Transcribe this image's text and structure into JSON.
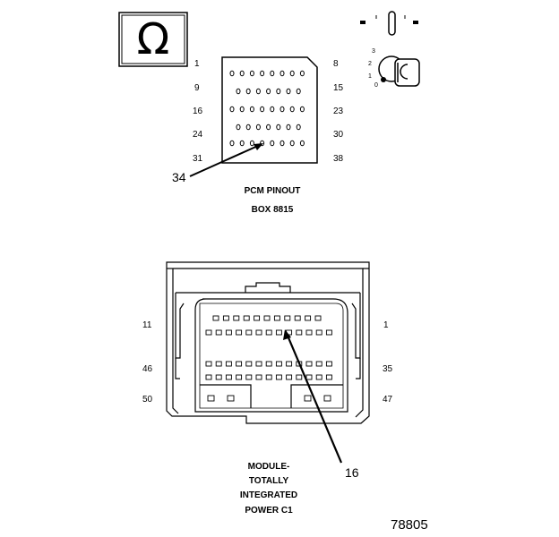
{
  "ohm_symbol": "Ω",
  "pcm": {
    "row_labels_left": [
      "1",
      "9",
      "16",
      "24",
      "31"
    ],
    "row_labels_right": [
      "8",
      "15",
      "23",
      "30",
      "38"
    ],
    "callout": "34",
    "caption_line1": "PCM PINOUT",
    "caption_line2": "BOX 8815"
  },
  "key": {
    "positions": [
      "3",
      "2",
      "1",
      "0"
    ]
  },
  "module": {
    "labels_left": [
      "11",
      "46",
      "50"
    ],
    "labels_right": [
      "1",
      "35",
      "47"
    ],
    "callout": "16",
    "caption_line1": "MODULE-",
    "caption_line2": "TOTALLY",
    "caption_line3": "INTEGRATED",
    "caption_line4": "POWER C1"
  },
  "figure_number": "78805"
}
